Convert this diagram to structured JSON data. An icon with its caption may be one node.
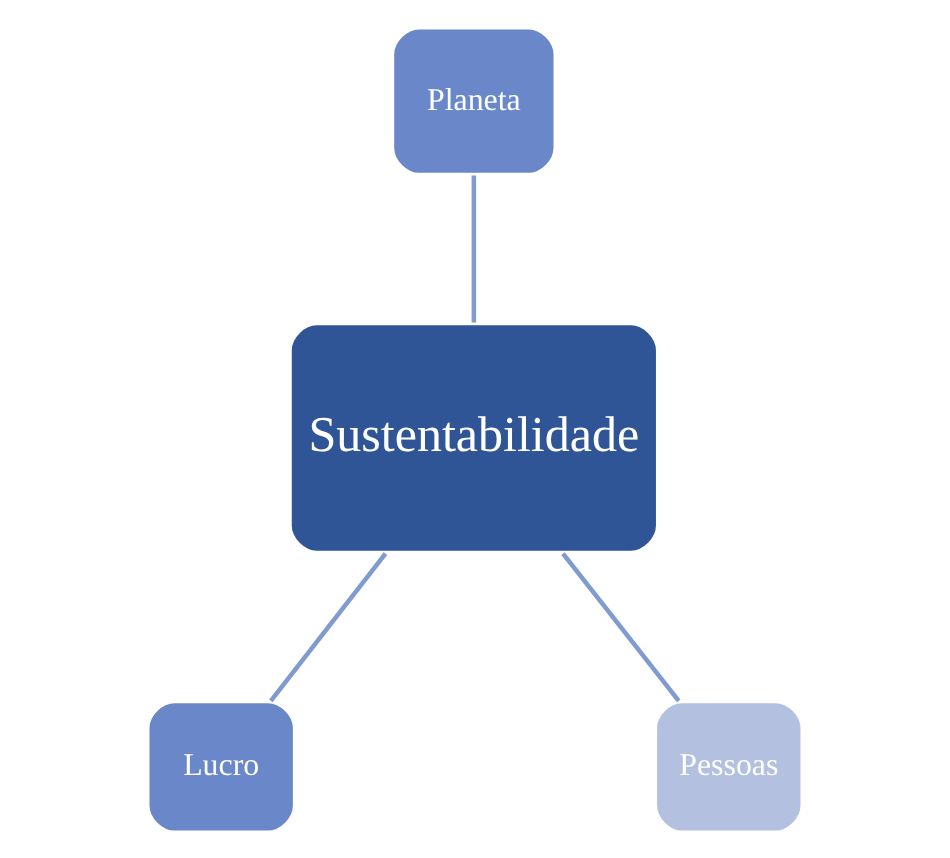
{
  "diagram": {
    "nodes": [
      {
        "text": [
          "Planeta"
        ]
      },
      {
        "text": [
          "Sustentabilidade"
        ]
      },
      {
        "text": [
          "Lucro"
        ]
      },
      {
        "text": [
          "Pessoas"
        ]
      }
    ],
    "edges": [
      {
        "from": 0,
        "to": 1,
        "arrow": "none"
      },
      {
        "from": 1,
        "to": 2,
        "arrow": "none"
      },
      {
        "from": 1,
        "to": 3,
        "arrow": "none"
      }
    ]
  }
}
